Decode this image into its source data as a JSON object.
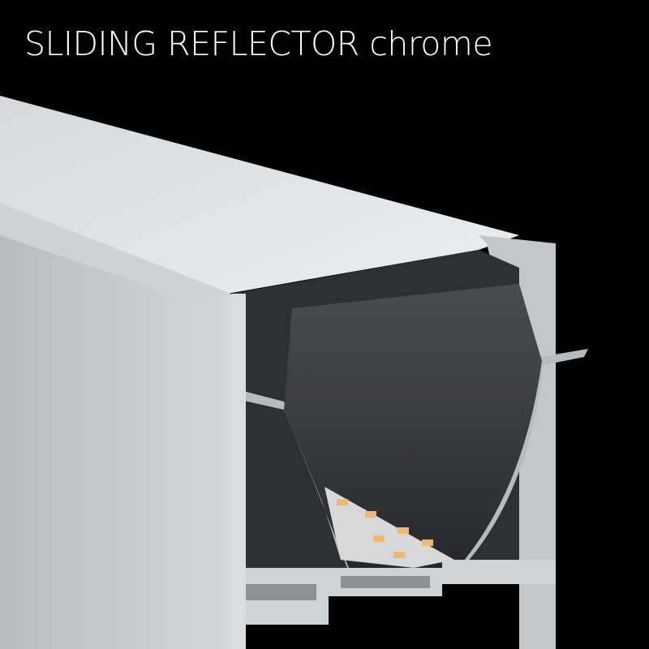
{
  "title": {
    "main": "SLIDING REFLECTOR",
    "variant": "chrome"
  },
  "product": {
    "description": "Aluminium LED profile with opal cover partially slid back, chrome sliding reflector and LED strip inside",
    "colors": {
      "background": "#000000",
      "cover": "#e4e6e8",
      "aluminium": "#c8cbce",
      "reflector": "#3a3b3d",
      "led": "#f0b878"
    }
  }
}
